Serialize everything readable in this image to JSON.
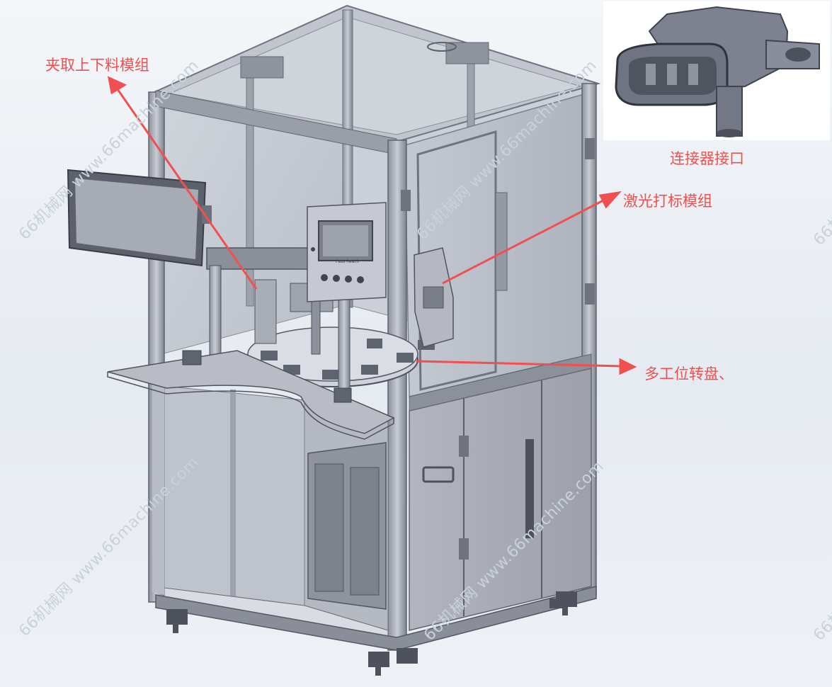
{
  "colors": {
    "annotation": "#f0504f",
    "watermark": "#c9d2dc",
    "frame": "#7b808c",
    "glass": "#c4c9d3",
    "panel": "#a6a9b3"
  },
  "annotations": {
    "gripper_module": "夹取上下料模组",
    "connector_interface": "连接器接口",
    "laser_marking_module": "激光打标模组",
    "rotary_table": "多工位转盘、"
  },
  "watermark": {
    "text": "66机械网 www.66machine.com"
  },
  "hmi": {
    "brand": "Pass Reach"
  }
}
